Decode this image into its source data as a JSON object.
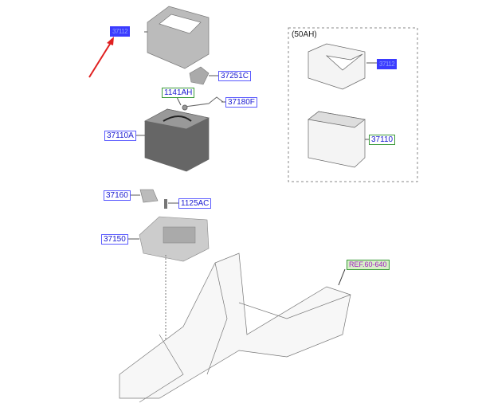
{
  "parts": {
    "tray_cover_main": "37112",
    "bracket": "37251C",
    "bolt_1": "1141AH",
    "cable": "37180F",
    "battery_main": "37110A",
    "clamp": "37160",
    "bolt_2": "1125AC",
    "tray": "37150",
    "reference": "REF.60-640"
  },
  "option_box": {
    "title": "(50AH)",
    "tray_cover": "37112",
    "battery": "37110"
  },
  "colors": {
    "highlight": "#3b3bff",
    "arrow": "#e02020",
    "label_border": "#5a5aff",
    "green_border": "#3a9a3a"
  }
}
